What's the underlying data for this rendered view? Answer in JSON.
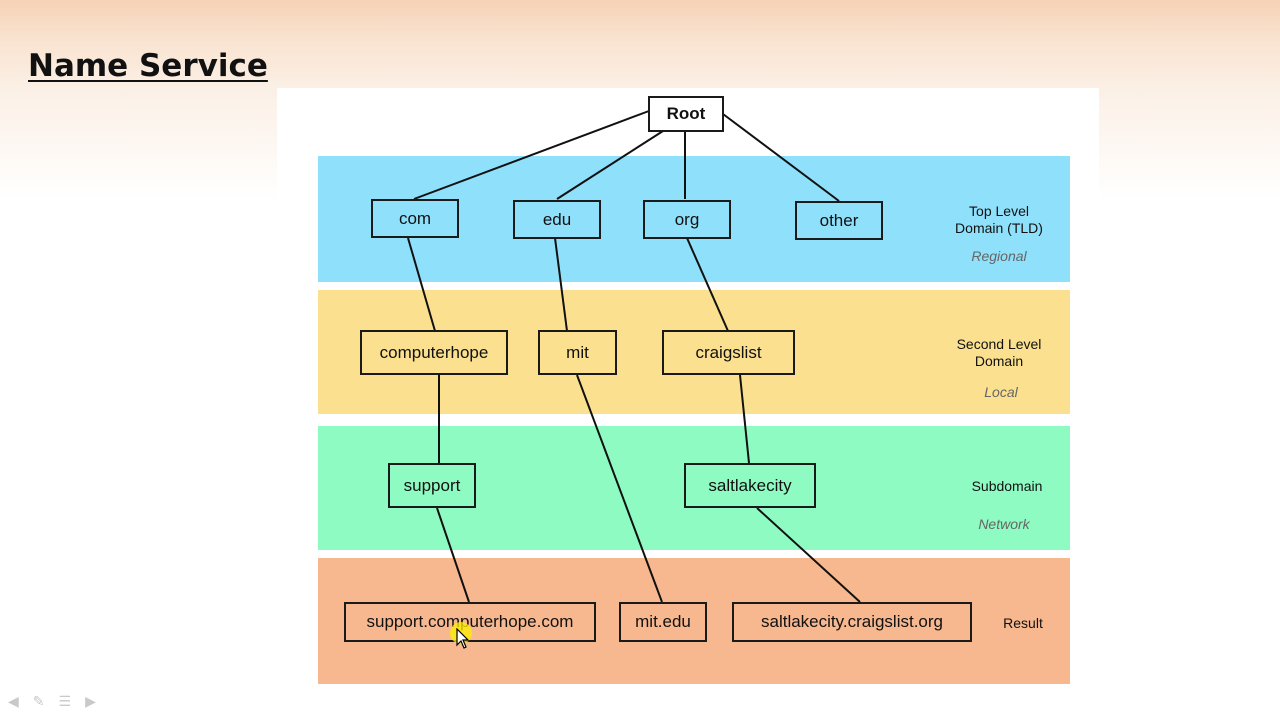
{
  "slide": {
    "title": "Name Service"
  },
  "diagram": {
    "root": "Root",
    "tld": [
      "com",
      "edu",
      "org",
      "other"
    ],
    "second_level": [
      "computerhope",
      "mit",
      "craigslist"
    ],
    "subdomain": [
      "support",
      "saltlakecity"
    ],
    "result": [
      "support.computerhope.com",
      "mit.edu",
      "saltlakecity.craigslist.org"
    ],
    "levels": {
      "tld": {
        "label_line1": "Top Level",
        "label_line2": "Domain (TLD)",
        "sublabel": "Regional"
      },
      "sld": {
        "label_line1": "Second Level",
        "label_line2": "Domain",
        "sublabel": "Local"
      },
      "sub": {
        "label_line1": "Subdomain",
        "sublabel": "Network"
      },
      "res": {
        "label_line1": "Result"
      }
    },
    "colors": {
      "tld_band": "#8fe0fb",
      "sld_band": "#fbe08f",
      "sub_band": "#8efbc2",
      "res_band": "#f8b88f"
    }
  },
  "icons": [
    "arrow-left-icon",
    "pen-icon",
    "menu-icon",
    "arrow-right-icon",
    "mouse-pointer-icon"
  ]
}
